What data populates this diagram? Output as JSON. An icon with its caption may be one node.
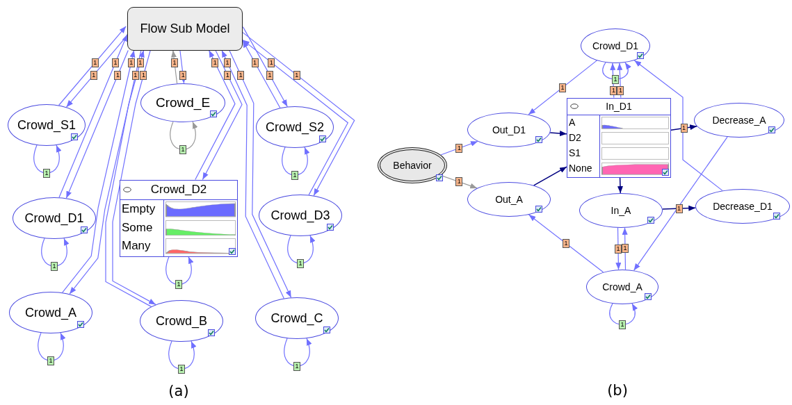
{
  "diagram": {
    "nodes": [
      {
        "text": [
          "Flow Sub Model"
        ]
      },
      {
        "text": [
          "Crowd_E"
        ]
      },
      {
        "text": [
          "Crowd_S1"
        ]
      },
      {
        "text": [
          "Crowd_S2"
        ]
      },
      {
        "text": [
          "Crowd_D2",
          "Empty",
          "Some",
          "Many"
        ]
      },
      {
        "text": [
          "Crowd_D1"
        ]
      },
      {
        "text": [
          "Crowd_D3"
        ]
      },
      {
        "text": [
          "Crowd_A"
        ]
      },
      {
        "text": [
          "Crowd_B"
        ]
      },
      {
        "text": [
          "Crowd_C"
        ]
      },
      {
        "text": [
          "Crowd_D1"
        ]
      },
      {
        "text": [
          "In_D1",
          "A",
          "D2",
          "S1",
          "None"
        ]
      },
      {
        "text": [
          "Out_D1"
        ]
      },
      {
        "text": [
          "Decrease_A"
        ]
      },
      {
        "text": [
          "Behavior"
        ]
      },
      {
        "text": [
          "Out_A"
        ]
      },
      {
        "text": [
          "In_A"
        ]
      },
      {
        "text": [
          "Decrease_D1"
        ]
      },
      {
        "text": [
          "Crowd_A"
        ]
      }
    ],
    "edges": [
      {
        "from": 0,
        "to": 1,
        "arrow": "to",
        "label": "1"
      },
      {
        "from": 1,
        "to": 0,
        "arrow": "to",
        "label": "1",
        "color": "#999999"
      },
      {
        "from": 1,
        "to": 1,
        "arrow": "to",
        "label": "1",
        "color": "#999999"
      },
      {
        "from": 0,
        "to": 2,
        "arrow": "to",
        "label": "1"
      },
      {
        "from": 2,
        "to": 0,
        "arrow": "to",
        "label": "1"
      },
      {
        "from": 2,
        "to": 2,
        "arrow": "to",
        "label": "1"
      },
      {
        "from": 0,
        "to": 3,
        "arrow": "to",
        "label": "1"
      },
      {
        "from": 3,
        "to": 0,
        "arrow": "to",
        "label": "1"
      },
      {
        "from": 3,
        "to": 3,
        "arrow": "to",
        "label": "1"
      },
      {
        "from": 0,
        "to": 4,
        "arrow": "to",
        "label": "1"
      },
      {
        "from": 4,
        "to": 0,
        "arrow": "to",
        "label": "1"
      },
      {
        "from": 4,
        "to": 4,
        "arrow": "to",
        "label": "1"
      },
      {
        "from": 0,
        "to": 5,
        "arrow": "to",
        "label": "1"
      },
      {
        "from": 5,
        "to": 0,
        "arrow": "to",
        "label": "1"
      },
      {
        "from": 5,
        "to": 5,
        "arrow": "to",
        "label": "1"
      },
      {
        "from": 0,
        "to": 6,
        "arrow": "to",
        "label": "1"
      },
      {
        "from": 6,
        "to": 0,
        "arrow": "to",
        "label": "1"
      },
      {
        "from": 6,
        "to": 6,
        "arrow": "to",
        "label": "1"
      },
      {
        "from": 0,
        "to": 7,
        "arrow": "to",
        "label": "1"
      },
      {
        "from": 7,
        "to": 0,
        "arrow": "to",
        "label": "1"
      },
      {
        "from": 7,
        "to": 7,
        "arrow": "to",
        "label": "1"
      },
      {
        "from": 0,
        "to": 8,
        "arrow": "to",
        "label": "1"
      },
      {
        "from": 8,
        "to": 0,
        "arrow": "to",
        "label": "1"
      },
      {
        "from": 8,
        "to": 8,
        "arrow": "to",
        "label": "1"
      },
      {
        "from": 0,
        "to": 9,
        "arrow": "to",
        "label": "1"
      },
      {
        "from": 9,
        "to": 0,
        "arrow": "to",
        "label": "1"
      },
      {
        "from": 9,
        "to": 9,
        "arrow": "to",
        "label": "1"
      },
      {
        "from": 10,
        "to": 12,
        "arrow": "to",
        "label": "1"
      },
      {
        "from": 10,
        "to": 10,
        "arrow": "to",
        "label": "1"
      },
      {
        "from": 11,
        "to": 10,
        "arrow": "to",
        "label": "1"
      },
      {
        "from": 11,
        "to": 10,
        "arrow": "to",
        "label": "1"
      },
      {
        "from": 14,
        "to": 12,
        "arrow": "to",
        "label": "1"
      },
      {
        "from": 14,
        "to": 15,
        "arrow": "to",
        "label": "1",
        "color": "#999999"
      },
      {
        "from": 12,
        "to": 11,
        "arrow": "to",
        "color": "#000080"
      },
      {
        "from": 15,
        "to": 11,
        "arrow": "to",
        "color": "#000080"
      },
      {
        "from": 11,
        "to": 16,
        "arrow": "to",
        "color": "#000080"
      },
      {
        "from": 11,
        "to": 13,
        "arrow": "to",
        "label": "1",
        "color": "#000080"
      },
      {
        "from": 16,
        "to": 17,
        "arrow": "to",
        "label": "1",
        "color": "#000080"
      },
      {
        "from": 18,
        "to": 15,
        "arrow": "to",
        "label": "1"
      },
      {
        "from": 18,
        "to": 16,
        "arrow": "to",
        "label": "1"
      },
      {
        "from": 16,
        "to": 18,
        "arrow": "to",
        "label": "1"
      },
      {
        "from": 18,
        "to": 18,
        "arrow": "to",
        "label": "1"
      },
      {
        "from": 13,
        "to": 18,
        "arrow": "to"
      },
      {
        "from": 17,
        "to": 10,
        "arrow": "to"
      }
    ],
    "labels": [
      "(a)",
      "(b)"
    ]
  }
}
